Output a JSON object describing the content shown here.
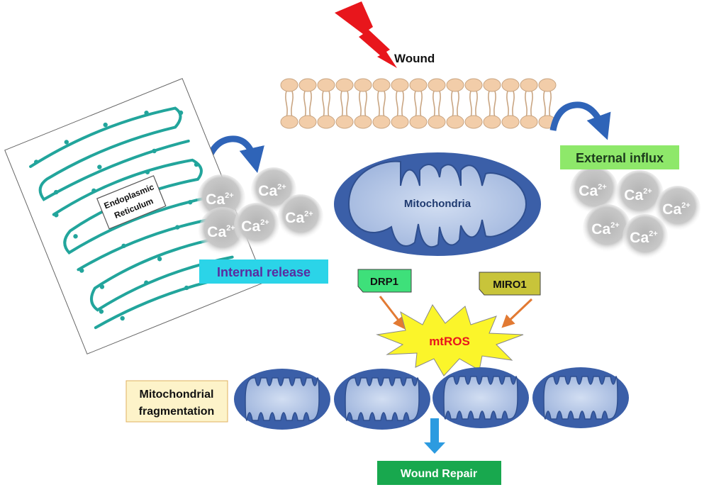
{
  "labels": {
    "wound": "Wound",
    "mitochondria": "Mitochondria",
    "external_influx": "External influx",
    "internal_release": "Internal release",
    "er_line1": "Endoplasmic",
    "er_line2": "Reticulum",
    "drp1": "DRP1",
    "miro1": "MIRO1",
    "mtros": "mtROS",
    "frag_line1": "Mitochondrial",
    "frag_line2": "fragmentation",
    "wound_repair": "Wound Repair"
  },
  "calcium": {
    "symbol": "Ca",
    "charge": "2+"
  },
  "colors": {
    "lightning": "#e8161c",
    "membrane_head": "#f2cda9",
    "mito_outer": "#3b5fa8",
    "mito_inner": "#b3c6e6",
    "er": "#22a59c",
    "drp1_bg": "#3ee07a",
    "miro1_bg": "#c8c43a",
    "external_influx_bg": "#8ee86a",
    "internal_release_bg": "#2bd4e8",
    "internal_release_text": "#5a2ba0",
    "wound_repair_bg": "#18a84e",
    "frag_box_bg": "#fdf3c9",
    "mtros_star": "#fbf52a",
    "mtros_text": "#e8161c",
    "arrow_orange": "#e27a33",
    "arrow_blue": "#2c9be0"
  }
}
